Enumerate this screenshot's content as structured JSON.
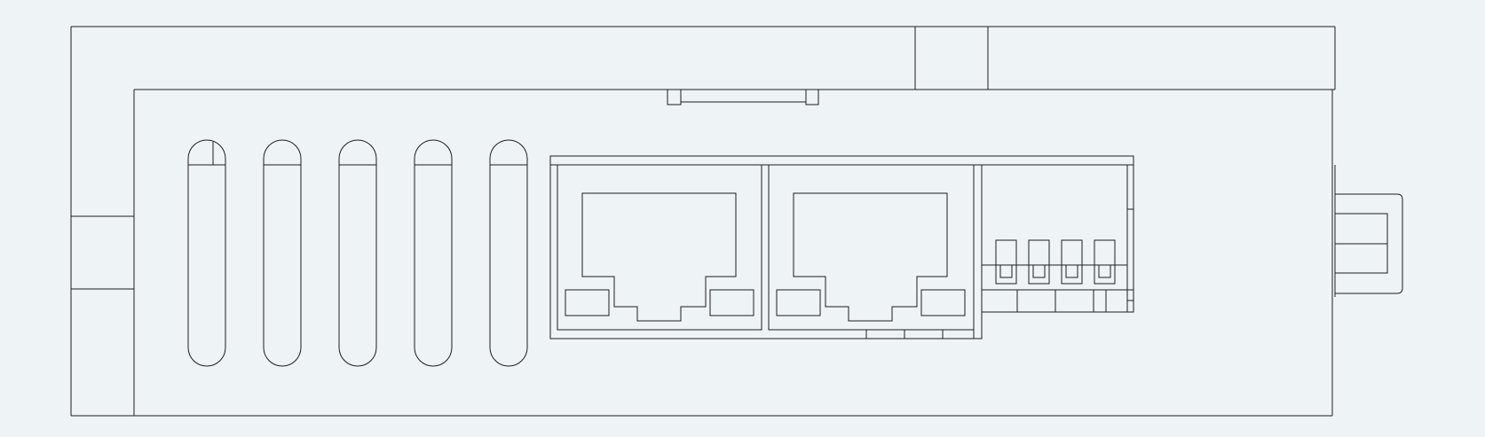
{
  "diagram": {
    "subject": "device-side-view-line-drawing",
    "colors": {
      "background": "#eef3f5",
      "stroke": "#1e1e1e"
    },
    "components": {
      "vent_slots": 5,
      "rj45_ports": 2,
      "dip_switches": 4,
      "din_rail_clip": 1
    }
  }
}
